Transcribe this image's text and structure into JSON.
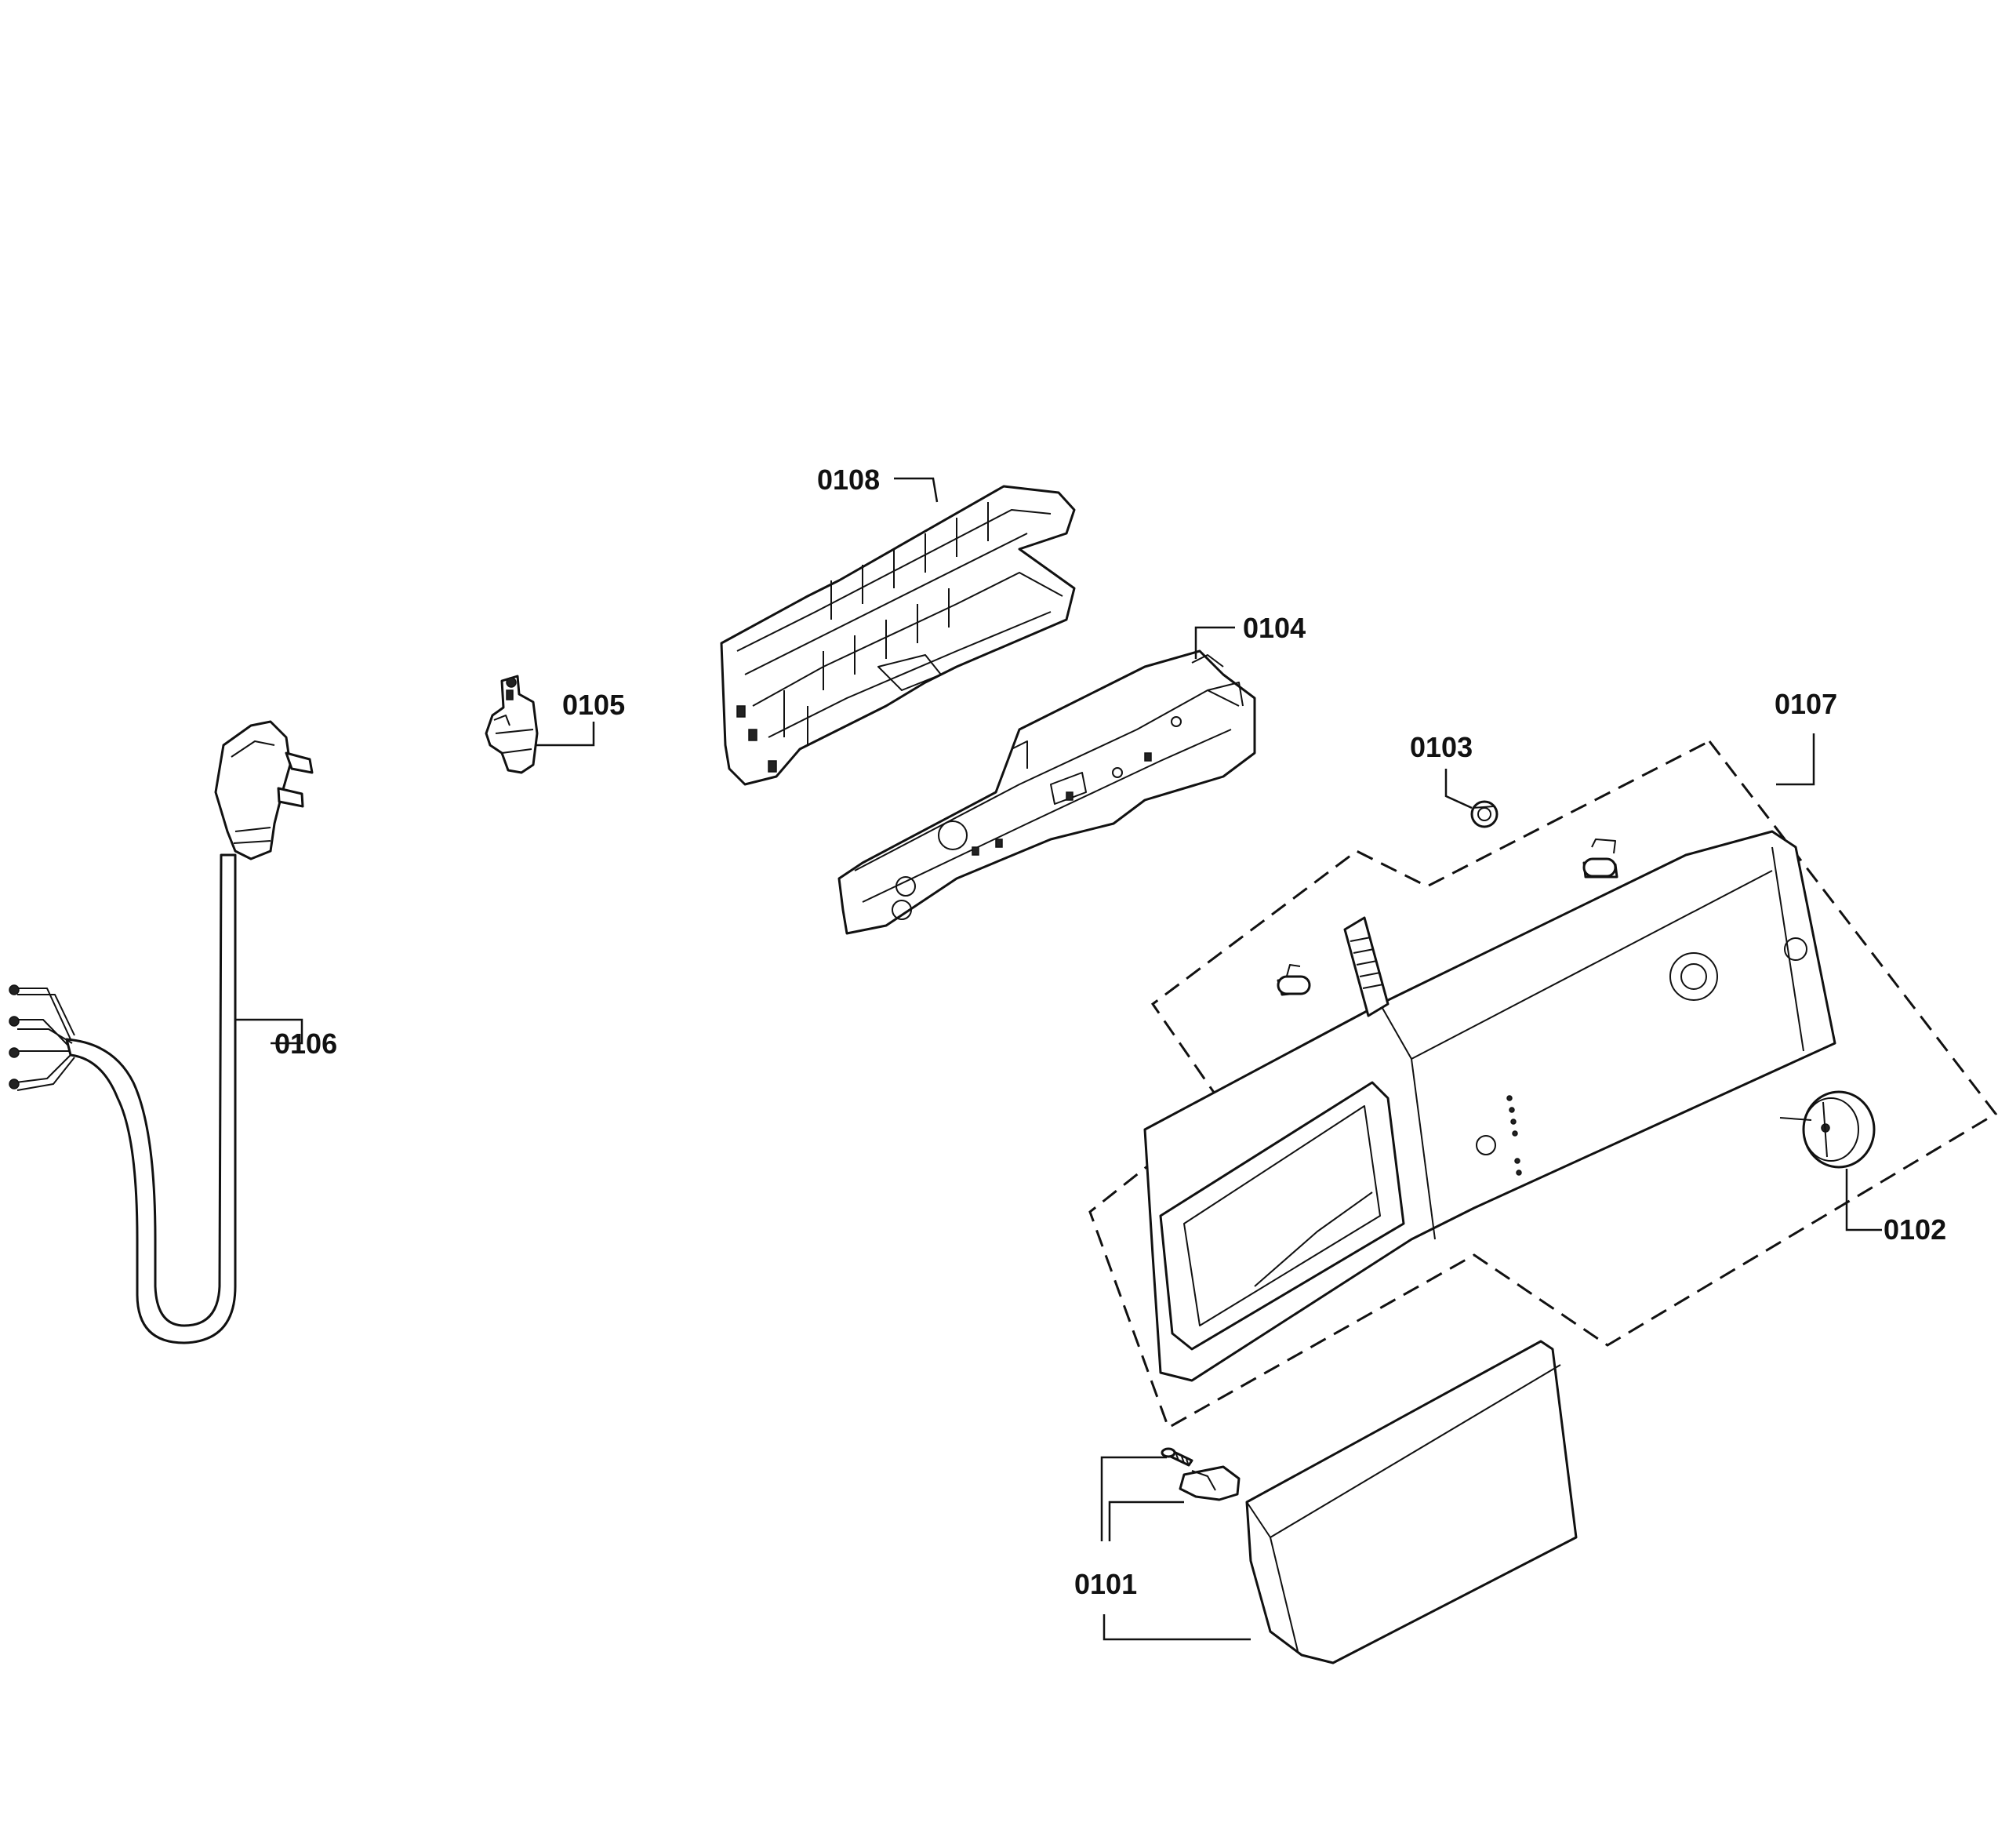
{
  "labels": {
    "p0101": "0101",
    "p0102": "0102",
    "p0103": "0103",
    "p0104": "0104",
    "p0105": "0105",
    "p0106": "0106",
    "p0107": "0107",
    "p0108": "0108"
  },
  "colors": {
    "line": "#111111",
    "background": "#ffffff"
  }
}
